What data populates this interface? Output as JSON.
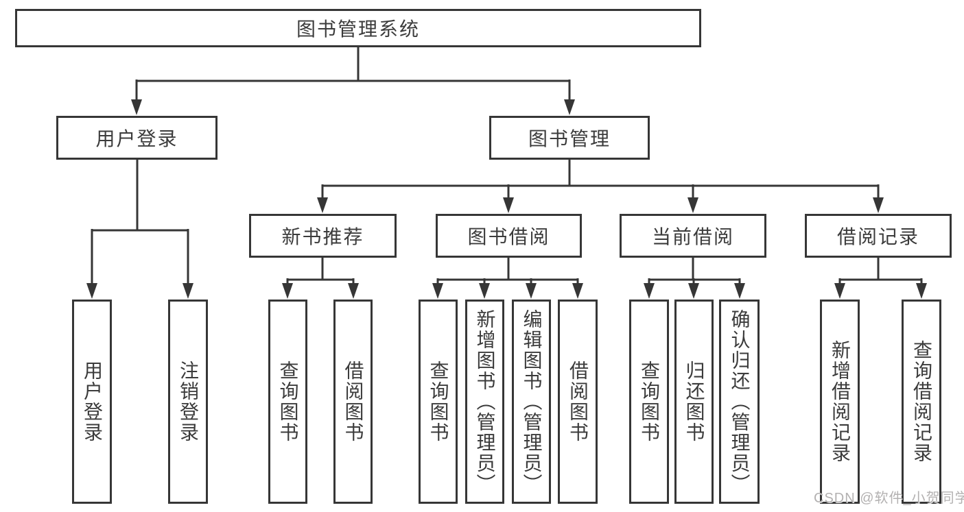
{
  "tree": {
    "root": {
      "label": "图书管理系统",
      "children": [
        {
          "label": "用户登录",
          "children": [
            {
              "label": "用户登录"
            },
            {
              "label": "注销登录"
            }
          ]
        },
        {
          "label": "图书管理",
          "children": [
            {
              "label": "新书推荐",
              "children": [
                {
                  "label": "查询图书"
                },
                {
                  "label": "借阅图书"
                }
              ]
            },
            {
              "label": "图书借阅",
              "children": [
                {
                  "label": "查询图书"
                },
                {
                  "label": "新增图书（管理员）"
                },
                {
                  "label": "编辑图书（管理员）"
                },
                {
                  "label": "借阅图书"
                }
              ]
            },
            {
              "label": "当前借阅",
              "children": [
                {
                  "label": "查询图书"
                },
                {
                  "label": "归还图书"
                },
                {
                  "label": "确认归还（管理员）"
                }
              ]
            },
            {
              "label": "借阅记录",
              "children": [
                {
                  "label": "新增借阅记录"
                },
                {
                  "label": "查询借阅记录"
                }
              ]
            }
          ]
        }
      ]
    }
  },
  "watermark": "CSDN @软件_小贺同学",
  "colors": {
    "line": "#363636",
    "text": "#3b3b3b",
    "background": "#ffffff",
    "watermark": "#b3b1b1"
  }
}
